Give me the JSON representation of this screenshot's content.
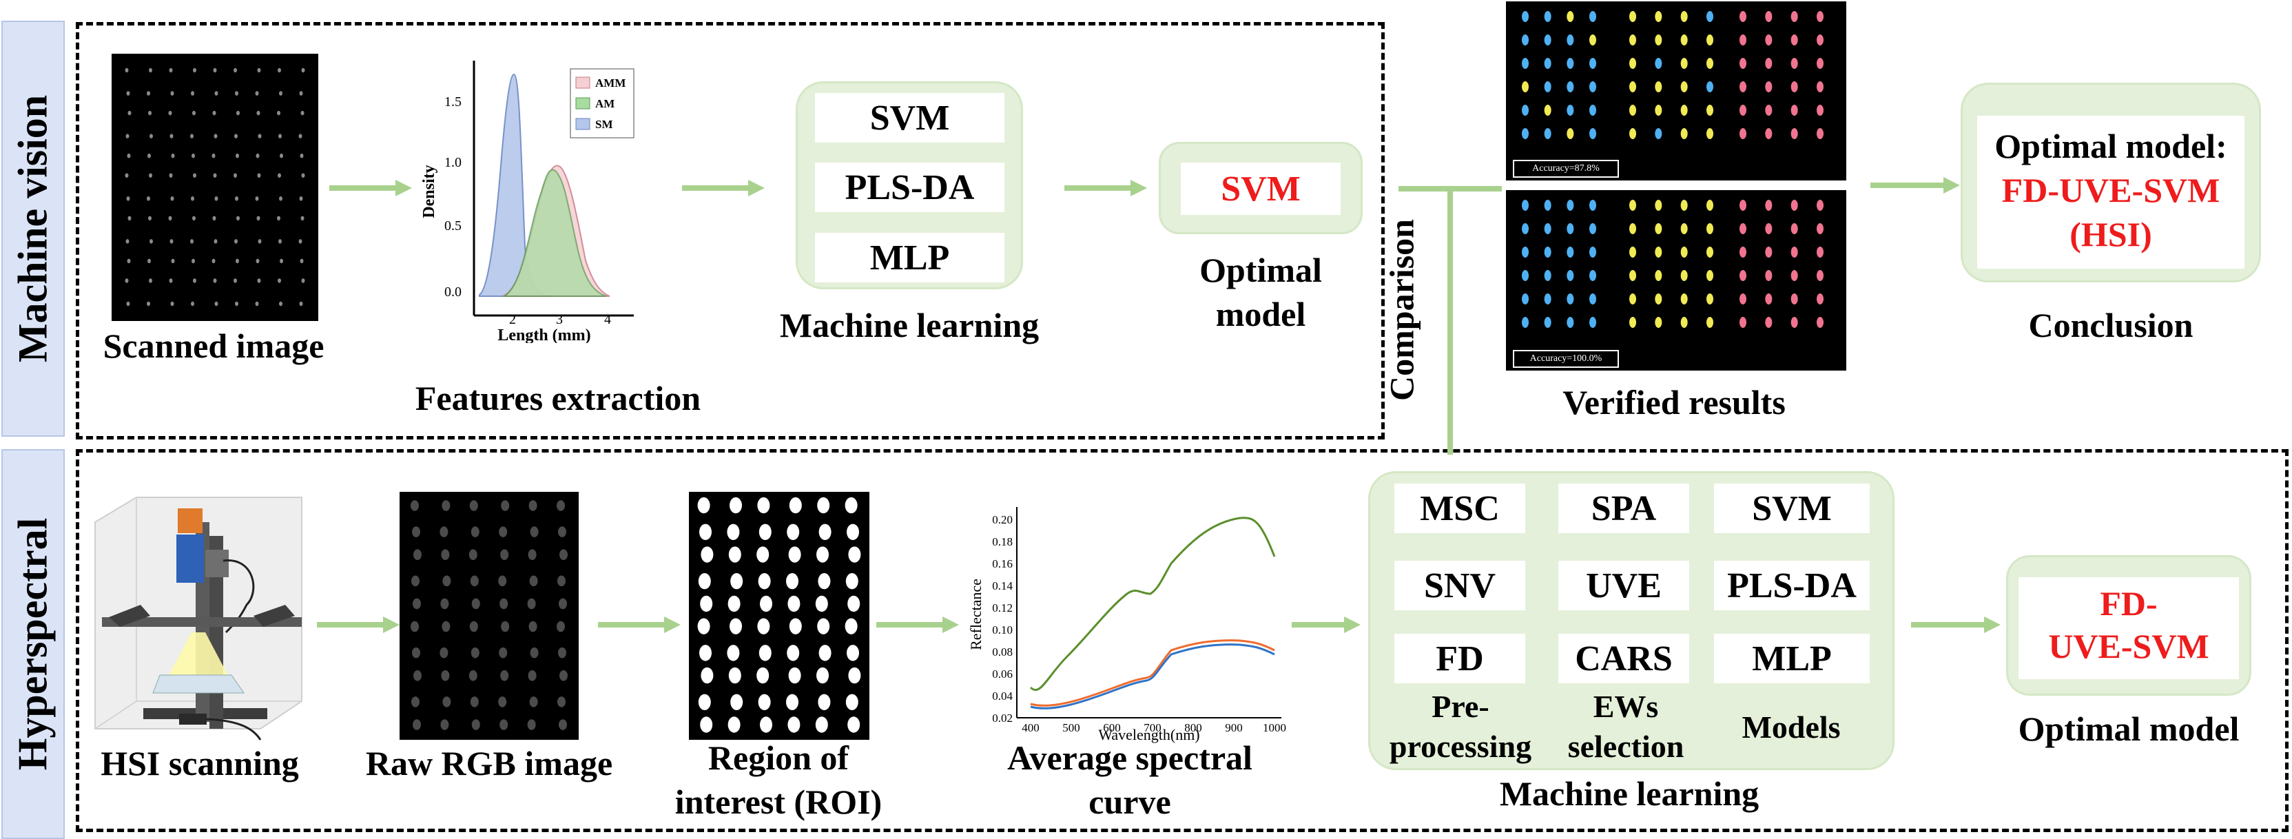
{
  "colors": {
    "arrow": "#a9d18e",
    "green_panel": "#e4f0d9",
    "label_bg": "#dbe4f6",
    "highlight_red": "#ee1c1c"
  },
  "rows": {
    "top": "Machine vision",
    "bottom": "Hyperspectral"
  },
  "machine_vision": {
    "scanned_image": "Scanned image",
    "features_extraction": "Features extraction",
    "density_plot": {
      "ylabel": "Density",
      "xlabel": "Length (mm)",
      "y_ticks": [
        "0.0",
        "0.5",
        "1.0",
        "1.5"
      ],
      "x_ticks": [
        "2",
        "3",
        "4"
      ],
      "legend": [
        "AMM",
        "AM",
        "SM"
      ]
    },
    "ml_models": [
      "SVM",
      "PLS-DA",
      "MLP"
    ],
    "machine_learning": "Machine learning",
    "optimal_model_value": "SVM",
    "optimal_model_label_1": "Optimal",
    "optimal_model_label_2": "model"
  },
  "comparison": "Comparison",
  "verified": {
    "label": "Verified results",
    "accuracy_top": "Accuracy=87.8%",
    "accuracy_bottom": "Accuracy=100.0%"
  },
  "conclusion": {
    "title": "Optimal model:",
    "model_1": "FD-UVE-SVM",
    "model_2": "(HSI)",
    "label": "Conclusion"
  },
  "hyperspectral": {
    "hsi_scanning": "HSI scanning",
    "raw_rgb": "Raw RGB image",
    "roi_1": "Region of",
    "roi_2": "interest (ROI)",
    "avg_curve_1": "Average spectral",
    "avg_curve_2": "curve",
    "spectral_plot": {
      "ylabel": "Reflectance",
      "xlabel": "Wavelength(nm)",
      "y_ticks": [
        "0.02",
        "0.04",
        "0.06",
        "0.08",
        "0.10",
        "0.12",
        "0.14",
        "0.16",
        "0.18",
        "0.20"
      ],
      "x_ticks": [
        "400",
        "500",
        "600",
        "700",
        "800",
        "900",
        "1000"
      ]
    },
    "preprocessing": [
      "MSC",
      "SNV",
      "FD"
    ],
    "ews": [
      "SPA",
      "UVE",
      "CARS"
    ],
    "models": [
      "SVM",
      "PLS-DA",
      "MLP"
    ],
    "pre_label_1": "Pre-",
    "pre_label_2": "processing",
    "ews_label_1": "EWs",
    "ews_label_2": "selection",
    "models_label": "Models",
    "machine_learning": "Machine learning",
    "optimal_value_1": "FD-",
    "optimal_value_2": "UVE-SVM",
    "optimal_label": "Optimal model"
  }
}
